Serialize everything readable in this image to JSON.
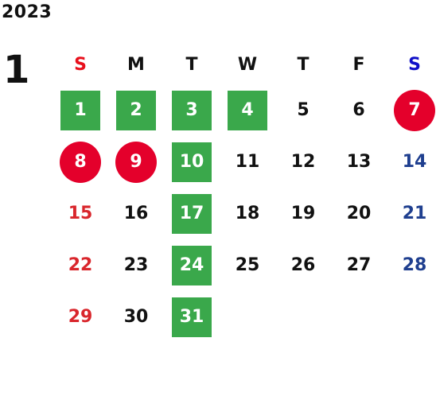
{
  "calendar": {
    "year": "2023",
    "month": "1",
    "weekdays": [
      {
        "label": "S",
        "kind": "sun"
      },
      {
        "label": "M",
        "kind": "week"
      },
      {
        "label": "T",
        "kind": "week"
      },
      {
        "label": "W",
        "kind": "week"
      },
      {
        "label": "T",
        "kind": "week"
      },
      {
        "label": "F",
        "kind": "week"
      },
      {
        "label": "S",
        "kind": "sat"
      }
    ],
    "days": [
      {
        "day": "1",
        "mark": "green"
      },
      {
        "day": "2",
        "mark": "green"
      },
      {
        "day": "3",
        "mark": "green"
      },
      {
        "day": "4",
        "mark": "green"
      },
      {
        "day": "5",
        "mark": "none"
      },
      {
        "day": "6",
        "mark": "none"
      },
      {
        "day": "7",
        "mark": "red"
      },
      {
        "day": "8",
        "mark": "red"
      },
      {
        "day": "9",
        "mark": "red"
      },
      {
        "day": "10",
        "mark": "green"
      },
      {
        "day": "11",
        "mark": "none"
      },
      {
        "day": "12",
        "mark": "none"
      },
      {
        "day": "13",
        "mark": "none"
      },
      {
        "day": "14",
        "mark": "none"
      },
      {
        "day": "15",
        "mark": "none"
      },
      {
        "day": "16",
        "mark": "none"
      },
      {
        "day": "17",
        "mark": "green"
      },
      {
        "day": "18",
        "mark": "none"
      },
      {
        "day": "19",
        "mark": "none"
      },
      {
        "day": "20",
        "mark": "none"
      },
      {
        "day": "21",
        "mark": "none"
      },
      {
        "day": "22",
        "mark": "none"
      },
      {
        "day": "23",
        "mark": "none"
      },
      {
        "day": "24",
        "mark": "green"
      },
      {
        "day": "25",
        "mark": "none"
      },
      {
        "day": "26",
        "mark": "none"
      },
      {
        "day": "27",
        "mark": "none"
      },
      {
        "day": "28",
        "mark": "none"
      },
      {
        "day": "29",
        "mark": "none"
      },
      {
        "day": "30",
        "mark": "none"
      },
      {
        "day": "31",
        "mark": "green"
      }
    ],
    "colors": {
      "green_mark": "#3aa84b",
      "red_mark": "#e4002b",
      "sunday": "#d9262c",
      "saturday": "#1f3f8f"
    }
  }
}
